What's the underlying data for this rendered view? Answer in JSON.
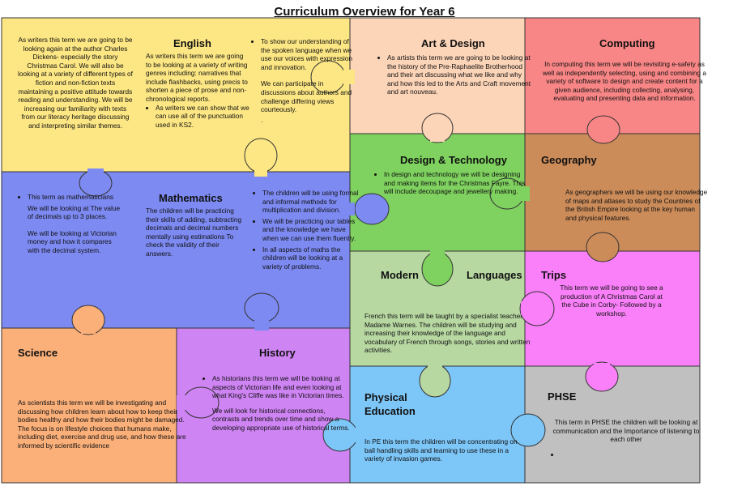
{
  "title": "Curriculum Overview for Year 6",
  "colors": {
    "english": "#fde784",
    "art": "#fcd4b8",
    "computing": "#f98686",
    "maths": "#7d8af2",
    "design": "#7fd25f",
    "geography": "#cc8c5a",
    "languages": "#b8d8a2",
    "trips": "#fa80fa",
    "science": "#fbb07a",
    "history": "#cf84f4",
    "pe": "#7dc6f8",
    "phse": "#c0c0c0"
  },
  "english": {
    "heading": "English",
    "left": "As writers this term we are going to be looking again at the author Charles Dickens- especially the story Christmas Carol. We will also be looking at a variety of different types of fiction and non-fiction texts maintaining a positive attitude towards reading and understanding. We will be increasing our familiarity with texts from our literacy heritage discussing and interpreting similar themes.",
    "mid": "As writers this term we are going to be looking at a variety of writing genres including: narratives that include flashbacks, using precis to shorten a piece of prose and non-chronological reports.",
    "mid_bullet": "As writers we can show that we can use all of the punctuation used in KS2.",
    "right_bullet": "To show our understanding of the spoken language when we use our voices with expression and innovation.",
    "right": "We can participate in discussions about authors and challenge differing views courteously.",
    "right_end": "."
  },
  "art": {
    "heading": "Art & Design",
    "text": "As artists this term we are going to be looking at the history of the Pre-Raphaelite Brotherhood and their art discussing what we like and why and how this led to the Arts and Craft movement and art nouveau."
  },
  "computing": {
    "heading": "Computing",
    "text": "In computing this term we will be revisiting e-safety as well as independently selecting, using and combining a variety of software to design and create content for a given audience, including collecting, analysing, evaluating and presenting data and information."
  },
  "maths": {
    "heading": "Mathematics",
    "left_bullet": "This term as mathematicians",
    "left": "We will be looking at The value of decimals up to 3 places.",
    "left2": "We will be looking at Victorian money and how it compares with the decimal system.",
    "mid": "The children will be practicing their skills of adding, subtracting decimals and decimal numbers mentally using estimations To check the validity of their answers.",
    "right_bullets": [
      "The children will be using formal and informal methods for multiplication and division.",
      "We will be practicing our tables and the knowledge we have when we can use them fluently.",
      "In all aspects of maths the children will be looking at a variety of problems."
    ]
  },
  "design": {
    "heading": "Design & Technology",
    "text": "In design and technology we will be designing and making items for the Christmas Fayre. This will include decoupage and jewellery making."
  },
  "geography": {
    "heading": "Geography",
    "text": "As geographers we will be using our knowledge of maps and atlases to study the Countries of the British Empire looking at the key human and physical features."
  },
  "languages": {
    "heading_a": "Modern",
    "heading_b": "Languages",
    "text": "French this term will be taught by a specialist teacher Madame Warnes. The children will be studying and increasing their knowledge of the language and vocabulary of French through songs, stories and written activities."
  },
  "trips": {
    "heading": "Trips",
    "text": "This term we will be going to see a production of A Christmas Carol at the Cube in Corby- Followed by a workshop."
  },
  "science": {
    "heading": "Science",
    "text": "As scientists this term we will be investigating and discussing how children learn about how to keep their bodies healthy and how their bodies might be damaged. The focus is on lifestyle choices that humans make, including diet, exercise and drug use, and how these are informed by scientific evidence"
  },
  "history": {
    "heading": "History",
    "bullet": "As historians this term we will be looking at aspects of Victorian life and even looking at what King's Cliffe was like in Victorian times.",
    "text": "We will look for historical connections, contrasts and trends over time and show a developing appropriate use of historical terms."
  },
  "pe": {
    "heading": "Physical Education",
    "text": "In PE this term the children will be concentrating on ball handling skills and learning to use these in a variety of invasion games."
  },
  "phse": {
    "heading": "PHSE",
    "text": "This term in PHSE the children will be looking at communication and the Importance of listening to each other"
  }
}
